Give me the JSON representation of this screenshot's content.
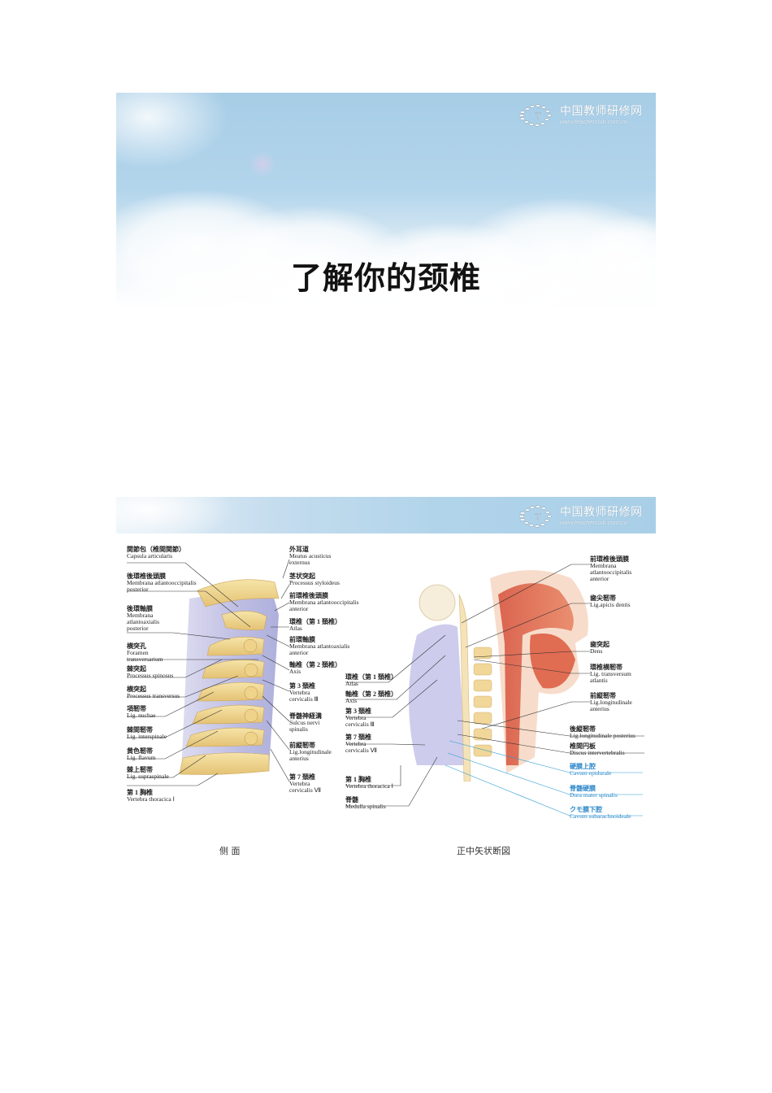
{
  "slide1": {
    "title": "了解你的颈椎",
    "logo": {
      "name": "中国教师研修网",
      "url": "www.teacherclub.com.cn"
    }
  },
  "slide2": {
    "logo": {
      "name": "中国教师研修网",
      "url": "www.teacherclub.com.cn"
    },
    "left_figure": {
      "caption": "侧 面",
      "labels_left": [
        {
          "cn": "関節包（椎間関節）",
          "la": "Capsula articularis"
        },
        {
          "cn": "後環椎後頭膜",
          "la": "Membrana atlantooccipitalis posterior"
        },
        {
          "cn": "後環軸膜",
          "la": "Membrana atlantoaxialis posterior"
        },
        {
          "cn": "横突孔",
          "la": "Foramen transversarium"
        },
        {
          "cn": "棘突起",
          "la": "Processus spinosus"
        },
        {
          "cn": "横突起",
          "la": "Processus transversus"
        },
        {
          "cn": "項靭帯",
          "la": "Lig. nuchae"
        },
        {
          "cn": "棘間靭帯",
          "la": "Lig. interspinale"
        },
        {
          "cn": "黄色靭帯",
          "la": "Lig. flavum"
        },
        {
          "cn": "棘上靭帯",
          "la": "Lig. supraspinale"
        },
        {
          "cn": "第 1 胸椎",
          "la": "Vertebra thoracica Ⅰ"
        }
      ],
      "labels_right": [
        {
          "cn": "外耳道",
          "la": "Meatus acusticus externus"
        },
        {
          "cn": "茎状突起",
          "la": "Processus styloideus"
        },
        {
          "cn": "前環椎後頭膜",
          "la": "Membrana atlantooccipitalis anterior"
        },
        {
          "cn": "環椎（第 1 頚椎）",
          "la": "Atlas"
        },
        {
          "cn": "前環軸膜",
          "la": "Membrana atlantoaxialis anterior"
        },
        {
          "cn": "軸椎（第 2 頚椎）",
          "la": "Axis"
        },
        {
          "cn": "第 3 頚椎",
          "la": "Vertebra cervicalis Ⅲ"
        },
        {
          "cn": "脊髄神経溝",
          "la": "Sulcus nervi spinalis"
        },
        {
          "cn": "前縦靭帯",
          "la": "Lig.longitudinale anterius"
        },
        {
          "cn": "第 7 頚椎",
          "la": "Vertebra cervicalis Ⅶ"
        }
      ]
    },
    "right_figure": {
      "caption": "正中矢状断図",
      "labels_left": [
        {
          "cn": "環椎（第 1 頚椎）",
          "la": "Atlas"
        },
        {
          "cn": "軸椎（第 2 頚椎）",
          "la": "Axis"
        },
        {
          "cn": "第 3 頚椎",
          "la": "Vertebra cervicalis Ⅲ"
        },
        {
          "cn": "第 7 頚椎",
          "la": "Vertebra cervicalis Ⅶ"
        },
        {
          "cn": "第 1 胸椎",
          "la": "Vertebra thoracica Ⅰ"
        },
        {
          "cn": "脊髄",
          "la": "Medulla spinalis"
        }
      ],
      "labels_right": [
        {
          "cn": "前環椎後頭膜",
          "la": "Membrana atlantooccipitalis anterior"
        },
        {
          "cn": "歯尖靭帯",
          "la": "Lig.apicis dentis"
        },
        {
          "cn": "歯突起",
          "la": "Dens"
        },
        {
          "cn": "環椎横靭帯",
          "la": "Lig. transversum atlantis"
        },
        {
          "cn": "前縦靭帯",
          "la": "Lig.longitudinale anterius"
        },
        {
          "cn": "後縦靭帯",
          "la": "Lig.longitudinale posterius"
        },
        {
          "cn": "椎間円板",
          "la": "Discus intervertebralis"
        }
      ],
      "labels_blue": [
        {
          "cn": "硬膜上腔",
          "la": "Cavum epidurale"
        },
        {
          "cn": "脊髄硬膜",
          "la": "Dura mater spinalis"
        },
        {
          "cn": "クモ膜下腔",
          "la": "Cavum subarachnoideale"
        }
      ]
    }
  }
}
